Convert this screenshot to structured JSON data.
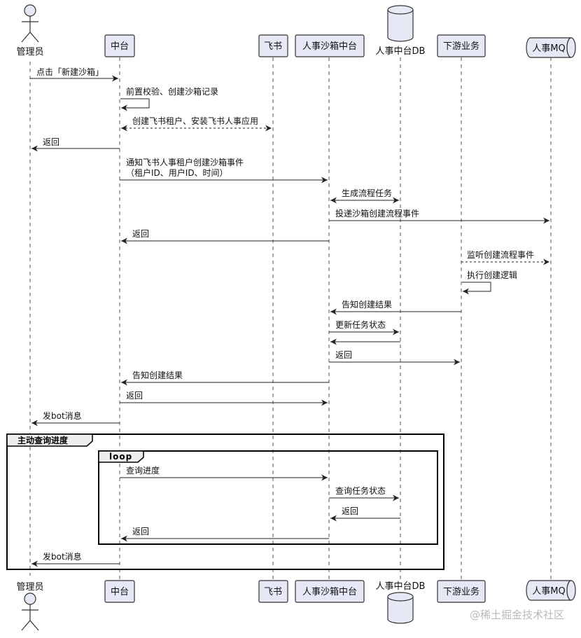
{
  "participants": {
    "admin": "管理员",
    "platform": "中台",
    "feishu": "飞书",
    "sandbox": "人事沙箱中台",
    "db": "人事中台DB",
    "downstream": "下游业务",
    "mq": "人事MQ"
  },
  "messages": {
    "m1": "点击「新建沙箱」",
    "m2": "前置校验、创建沙箱记录",
    "m3": "创建飞书租户、安装飞书人事应用",
    "m4": "返回",
    "m5_line1": "通知飞书人事租户创建沙箱事件",
    "m5_line2": "（租户ID、用户ID、时间）",
    "m6": "生成流程任务",
    "m7": "投递沙箱创建流程事件",
    "m8": "返回",
    "m9": "监听创建流程事件",
    "m10": "执行创建逻辑",
    "m11": "告知创建结果",
    "m12": "更新任务状态",
    "m14": "返回",
    "m15": "告知创建结果",
    "m16": "返回",
    "m17": "发bot消息",
    "m18": "查询进度",
    "m19": "查询任务状态",
    "m20": "返回",
    "m21": "返回",
    "m22": "发bot消息"
  },
  "frames": {
    "outer": "主动查询进度",
    "inner": "loop"
  },
  "watermark": "@稀土掘金技术社区"
}
